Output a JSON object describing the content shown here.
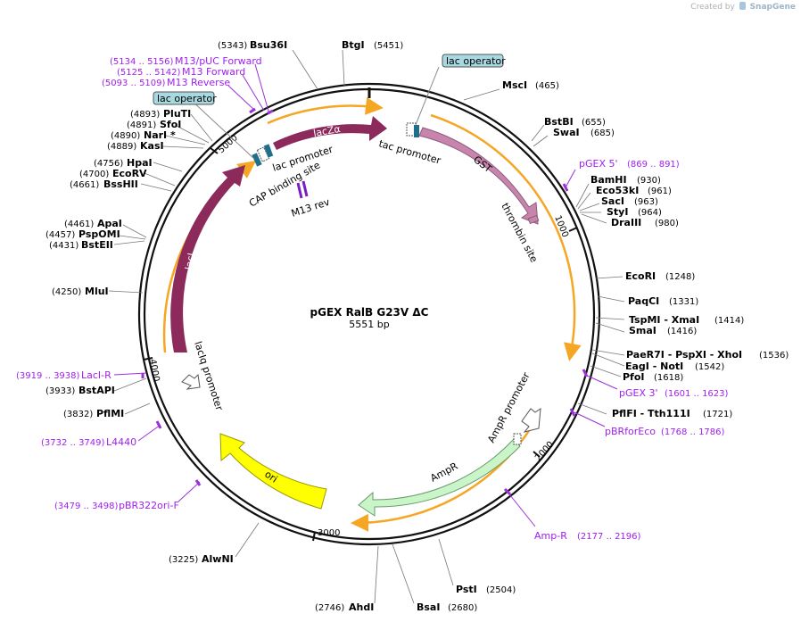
{
  "credit": {
    "created_by": "Created by",
    "brand": "SnapGene"
  },
  "plasmid": {
    "name": "pGEX RalB G23V ΔC",
    "length_label": "5551 bp"
  },
  "colors": {
    "backbone": "#111111",
    "primer": "#9b30d9",
    "orange": "#f5a623",
    "lacZ": "#8b2a5b",
    "lacI": "#8b2a5b",
    "GST": "#c784ad",
    "AmpR": "#c9f5c9",
    "ori": "#ffff00",
    "tag_box": "#a8d8e0"
  },
  "enzymes": [
    {
      "name": "Bsu36I",
      "pos": "(5343)"
    },
    {
      "name": "BtgI",
      "pos": "(5451)"
    },
    {
      "name": "MscI",
      "pos": "(465)"
    },
    {
      "name": "BstBI",
      "pos": "(655)"
    },
    {
      "name": "SwaI",
      "pos": "(685)"
    },
    {
      "name": "BamHI",
      "pos": "(930)"
    },
    {
      "name": "Eco53kI",
      "pos": "(961)"
    },
    {
      "name": "SacI",
      "pos": "(963)"
    },
    {
      "name": "StyI",
      "pos": "(964)"
    },
    {
      "name": "DraIII",
      "pos": "(980)"
    },
    {
      "name": "EcoRI",
      "pos": "(1248)"
    },
    {
      "name": "PaqCI",
      "pos": "(1331)"
    },
    {
      "name": "TspMI - XmaI",
      "pos": "(1414)"
    },
    {
      "name": "SmaI",
      "pos": "(1416)"
    },
    {
      "name": "PaeR7I - PspXI - XhoI",
      "pos": "(1536)"
    },
    {
      "name": "EagI - NotI",
      "pos": "(1542)"
    },
    {
      "name": "PfoI",
      "pos": "(1618)"
    },
    {
      "name": "PflFI - Tth111I",
      "pos": "(1721)"
    },
    {
      "name": "PstI",
      "pos": "(2504)"
    },
    {
      "name": "BsaI",
      "pos": "(2680)"
    },
    {
      "name": "AhdI",
      "pos": "(2746)"
    },
    {
      "name": "AlwNI",
      "pos": "(3225)"
    },
    {
      "name": "PflMI",
      "pos": "(3832)"
    },
    {
      "name": "BstAPI",
      "pos": "(3933)"
    },
    {
      "name": "MluI",
      "pos": "(4250)"
    },
    {
      "name": "BstEII",
      "pos": "(4431)"
    },
    {
      "name": "PspOMI",
      "pos": "(4457)"
    },
    {
      "name": "ApaI",
      "pos": "(4461)"
    },
    {
      "name": "BssHII",
      "pos": "(4661)"
    },
    {
      "name": "EcoRV",
      "pos": "(4700)"
    },
    {
      "name": "HpaI",
      "pos": "(4756)"
    },
    {
      "name": "KasI",
      "pos": "(4889)"
    },
    {
      "name": "NarI *",
      "pos": "(4890)"
    },
    {
      "name": "SfoI",
      "pos": "(4891)"
    },
    {
      "name": "PluTI",
      "pos": "(4893)"
    }
  ],
  "primers": [
    {
      "name": "M13/pUC Forward",
      "range": "(5134 .. 5156)"
    },
    {
      "name": "M13 Forward",
      "range": "(5125 .. 5142)"
    },
    {
      "name": "M13 Reverse",
      "range": "(5093 .. 5109)"
    },
    {
      "name": "pGEX 5'",
      "range": "(869 .. 891)"
    },
    {
      "name": "pGEX 3'",
      "range": "(1601 .. 1623)"
    },
    {
      "name": "pBRforEco",
      "range": "(1768 .. 1786)"
    },
    {
      "name": "Amp-R",
      "range": "(2177 .. 2196)"
    },
    {
      "name": "pBR322ori-F",
      "range": "(3479 .. 3498)"
    },
    {
      "name": "L4440",
      "range": "(3732 .. 3749)"
    },
    {
      "name": "LacI-R",
      "range": "(3919 .. 3938)"
    }
  ],
  "features": {
    "lacZa": "lacZα",
    "GST": "GST",
    "lacI": "lacI",
    "AmpR": "AmpR",
    "ori": "ori",
    "tac_promoter": "tac promoter",
    "thrombin_site": "thrombin site",
    "lac_promoter": "lac promoter",
    "cap_binding_site": "CAP binding site",
    "m13_rev": "M13 rev",
    "laciq_promoter": "lacIq promoter",
    "ampr_promoter": "AmpR promoter",
    "lac_operator": "lac operator"
  },
  "ticks": [
    "1000",
    "2000",
    "3000",
    "4000",
    "5000"
  ]
}
